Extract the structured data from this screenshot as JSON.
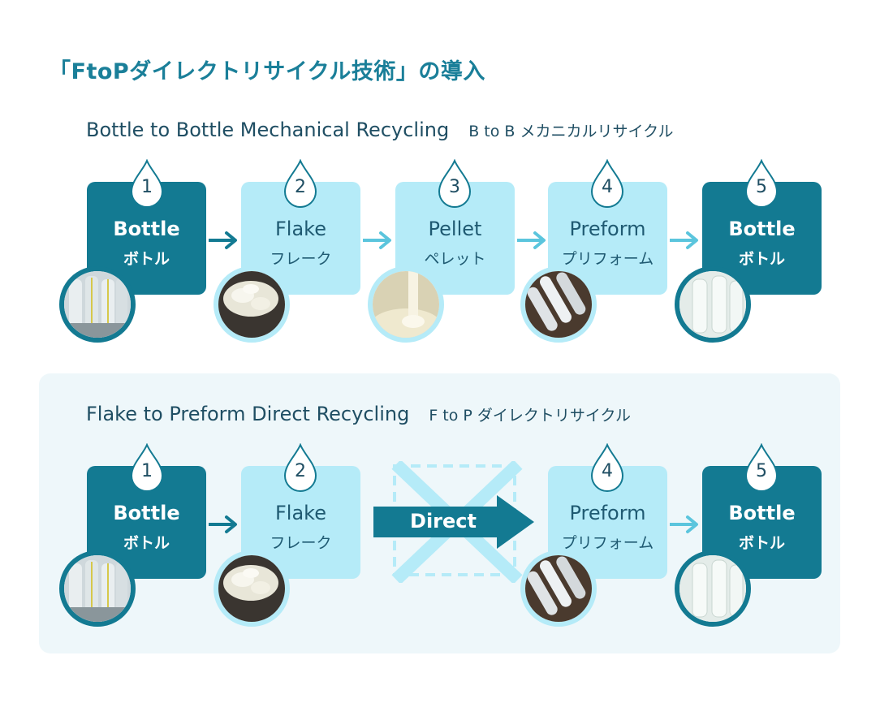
{
  "title": "「FtoPダイレクトリサイクル技術」の導入",
  "colors": {
    "dark": "#137a92",
    "light": "#b5ebf8",
    "accent": "#1a7f99",
    "panel": "#eef7fa"
  },
  "row1": {
    "title": "Bottle to Bottle Mechanical Recycling",
    "title_jp": "B to B メカニカルリサイクル",
    "steps": [
      {
        "num": "1",
        "en": "Bottle",
        "jp": "ボトル"
      },
      {
        "num": "2",
        "en": "Flake",
        "jp": "フレーク"
      },
      {
        "num": "3",
        "en": "Pellet",
        "jp": "ペレット"
      },
      {
        "num": "4",
        "en": "Preform",
        "jp": "プリフォーム"
      },
      {
        "num": "5",
        "en": "Bottle",
        "jp": "ボトル"
      }
    ]
  },
  "row2": {
    "title": "Flake to Preform Direct Recycling",
    "title_jp": "F to P ダイレクトリサイクル",
    "steps": [
      {
        "num": "1",
        "en": "Bottle",
        "jp": "ボトル"
      },
      {
        "num": "2",
        "en": "Flake",
        "jp": "フレーク"
      },
      {
        "num": "4",
        "en": "Preform",
        "jp": "プリフォーム"
      },
      {
        "num": "5",
        "en": "Bottle",
        "jp": "ボトル"
      }
    ],
    "direct_label": "Direct"
  }
}
